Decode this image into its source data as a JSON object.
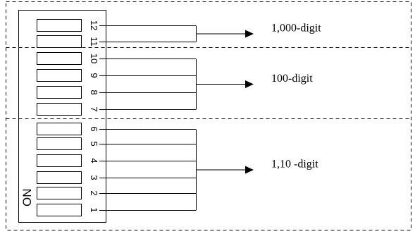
{
  "switch": {
    "on_label": "ON",
    "positions": [
      "1",
      "2",
      "3",
      "4",
      "5",
      "6",
      "7",
      "8",
      "9",
      "10",
      "11",
      "12"
    ]
  },
  "groups": [
    {
      "label": "1,10 -digit",
      "switches": [
        "1",
        "2",
        "3",
        "4",
        "5",
        "6"
      ]
    },
    {
      "label": "100-digit",
      "switches": [
        "7",
        "8",
        "9",
        "10"
      ]
    },
    {
      "label": "1,000-digit",
      "switches": [
        "11",
        "12"
      ]
    }
  ]
}
